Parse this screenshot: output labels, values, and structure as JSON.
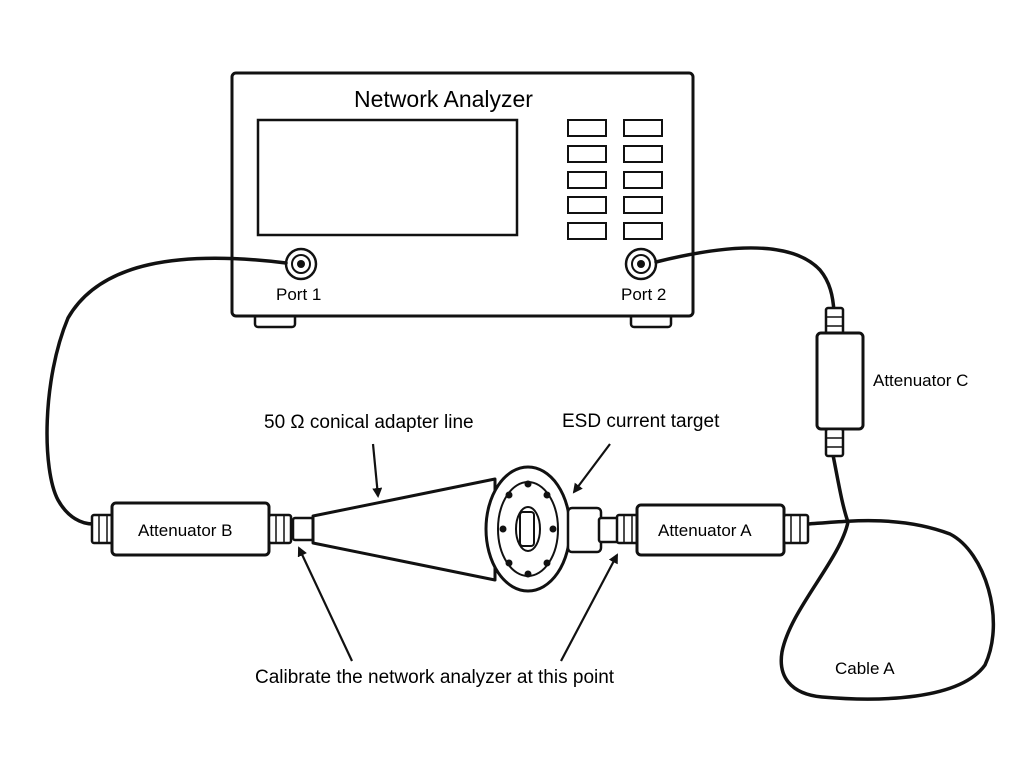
{
  "instrument": {
    "title": "Network Analyzer",
    "port1_label": "Port 1",
    "port2_label": "Port 2"
  },
  "components": {
    "attenuator_a": "Attenuator A",
    "attenuator_b": "Attenuator B",
    "attenuator_c": "Attenuator C",
    "cable_a": "Cable A"
  },
  "annotations": {
    "conical_line": "50 Ω conical adapter line",
    "esd_target": "ESD current target",
    "calibrate": "Calibrate the network analyzer at this point"
  },
  "colors": {
    "stroke": "#111111",
    "background": "#ffffff"
  }
}
